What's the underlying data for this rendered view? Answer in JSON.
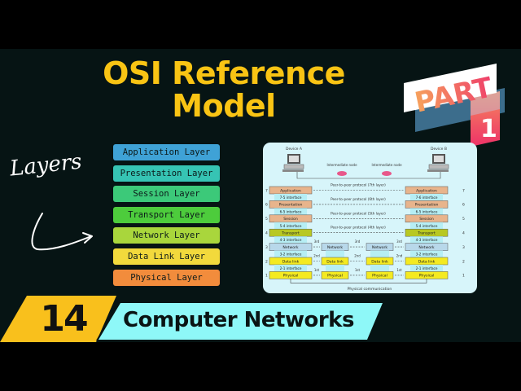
{
  "title": {
    "line1": "OSI Reference",
    "line2": "Model"
  },
  "badge": {
    "part_label": "PART",
    "part_number": "1"
  },
  "annotation": {
    "handwritten": "Layers"
  },
  "layers": [
    {
      "label": "Application Layer",
      "color": "#3fa2d6"
    },
    {
      "label": "Presentation Layer",
      "color": "#36c4b4"
    },
    {
      "label": "Session Layer",
      "color": "#3cc979"
    },
    {
      "label": "Transport Layer",
      "color": "#4dcc3c"
    },
    {
      "label": "Network Layer",
      "color": "#a9d63c"
    },
    {
      "label": "Data Link Layer",
      "color": "#f2d93c"
    },
    {
      "label": "Physical Layer",
      "color": "#f28c3c"
    }
  ],
  "diagram": {
    "device_a": "Device A",
    "device_b": "Device B",
    "intermediate_node": "Intermediate node",
    "rows": [
      {
        "n": "7",
        "label": "Application",
        "protocol": "Peer-to-peer protocol (7th layer)",
        "iface": "7-6 interface"
      },
      {
        "n": "6",
        "label": "Presentation",
        "protocol": "Peer-to-peer protocol (6th layer)",
        "iface": "6-5 interface"
      },
      {
        "n": "5",
        "label": "Session",
        "protocol": "Peer-to-peer protocol (5th layer)",
        "iface": "5-4 interface"
      },
      {
        "n": "4",
        "label": "Transport",
        "protocol": "Peer-to-peer protocol (4th layer)",
        "iface": "4-3 interface"
      },
      {
        "n": "3",
        "label": "Network",
        "hop": "3rd",
        "iface": "3-2 interface"
      },
      {
        "n": "2",
        "label": "Data link",
        "hop": "2nd",
        "iface": "2-1 interface"
      },
      {
        "n": "1",
        "label": "Physical",
        "hop": "1st"
      }
    ],
    "left_iface_top": "7-5 interface",
    "footer": "Physical communication"
  },
  "series": {
    "number": "14",
    "name": "Computer Networks"
  },
  "colors": {
    "title": "#f9c414",
    "background": "#061414",
    "course_band": "#8ef8f8",
    "number_band": "#f9c01c"
  }
}
